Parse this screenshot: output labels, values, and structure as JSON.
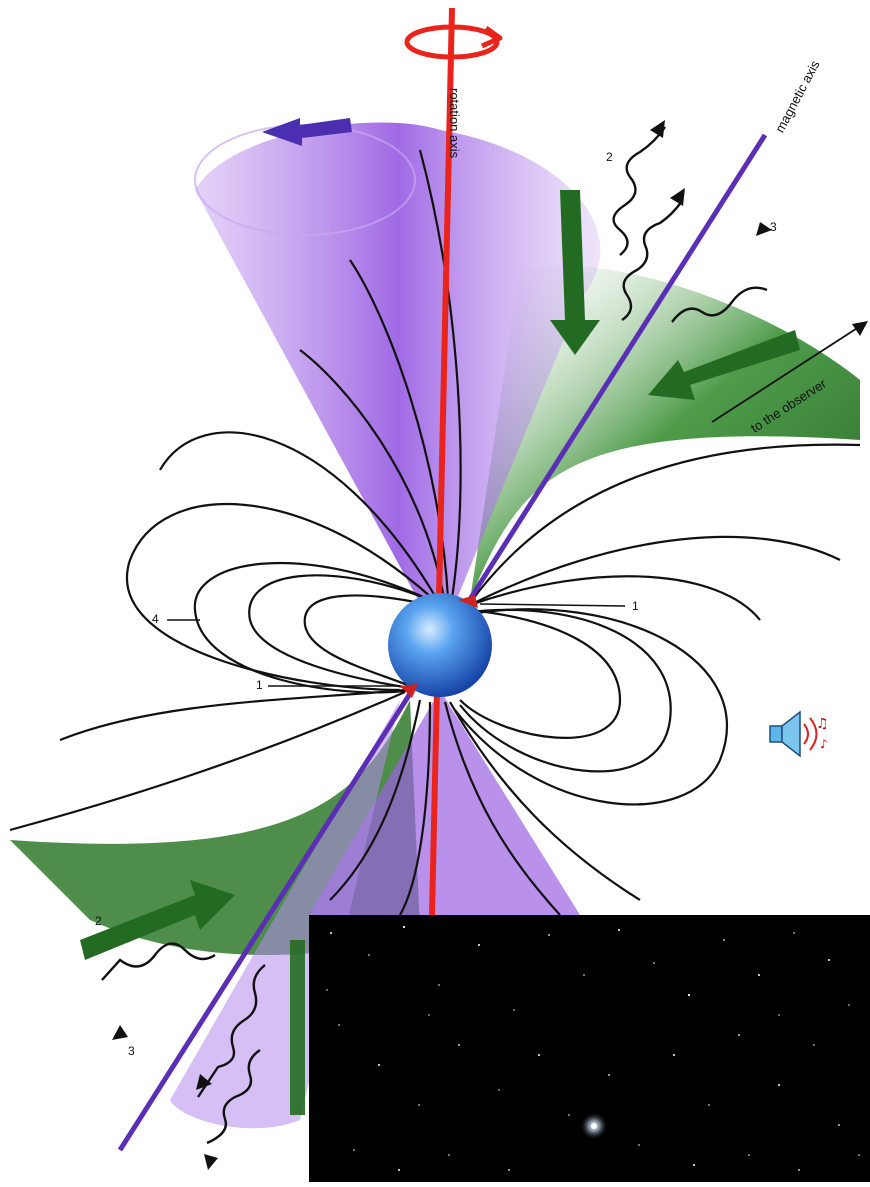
{
  "labels": {
    "rotation_axis": "rotation axis",
    "magnetic_axis": "magnetic axis",
    "to_observer": "to the observer",
    "n1a": "1",
    "n1b": "1",
    "n2a": "2",
    "n2b": "2",
    "n3a": "3",
    "n3b": "3",
    "n4": "4"
  },
  "colors": {
    "rotation_axis": "#e8241c",
    "magnetic_axis": "#5a2fb5",
    "cone": "#a070e0",
    "accretion": "#2f7a2a",
    "star": "#3a86e0",
    "field_lines": "#111111",
    "starfield_bg": "#000000"
  },
  "icons": {
    "speaker": "speaker-icon"
  }
}
